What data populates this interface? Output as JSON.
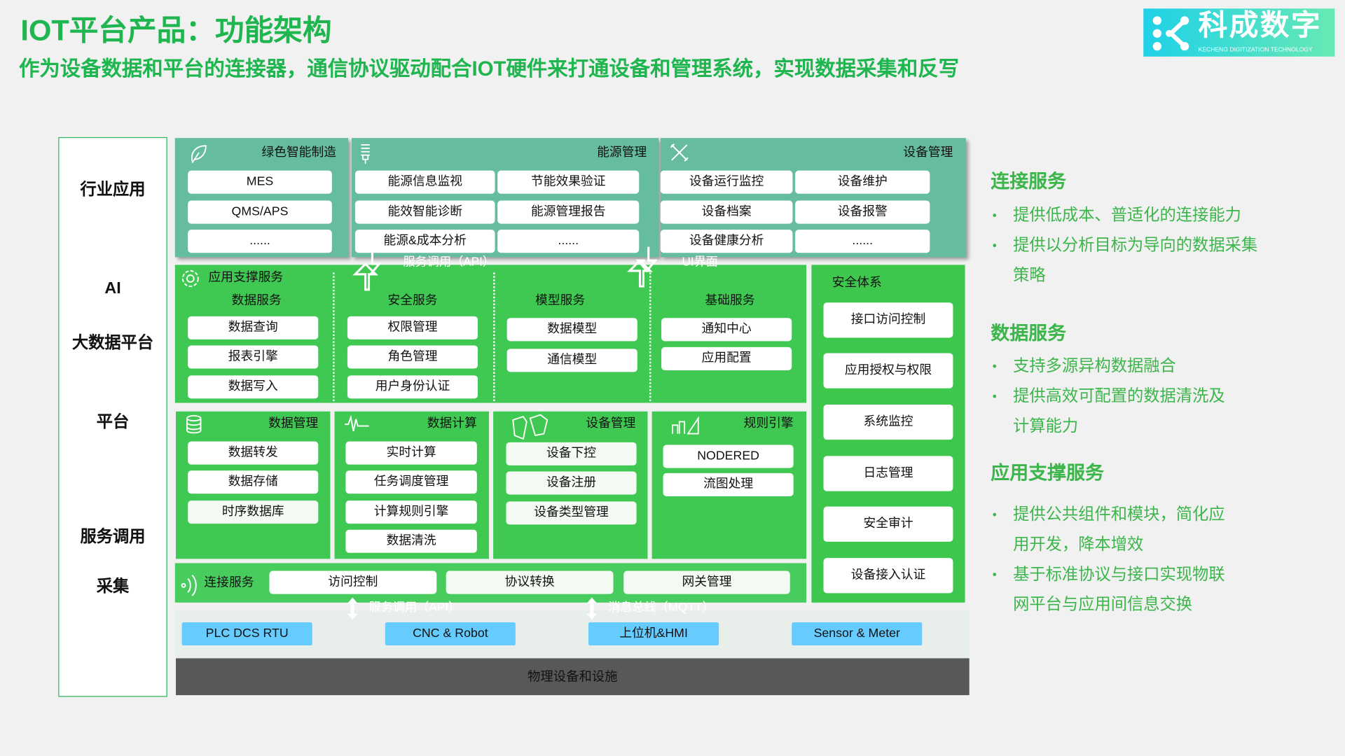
{
  "header": {
    "title": "IOT平台产品：功能架构",
    "subtitle": "作为设备数据和平台的连接器，通信协议驱动配合IOT硬件来打通设备和管理系统，实现数据采集和反写"
  },
  "logo": {
    "name": "科成数字",
    "tagline": "KECHENG DIGITIZATION TECHNOLOGY"
  },
  "layers": [
    "行业应用",
    "AI",
    "大数据平台",
    "平台",
    "服务调用",
    "采集"
  ],
  "industry": {
    "green": {
      "title": "绿色智能制造",
      "items": [
        "MES",
        "QMS/APS",
        "......"
      ]
    },
    "energy": {
      "title": "能源管理",
      "items": [
        "能源信息监视",
        "节能效果验证",
        "能效智能诊断",
        "能源管理报告",
        "能源&成本分析",
        "......"
      ]
    },
    "device": {
      "title": "设备管理",
      "items": [
        "设备运行监控",
        "设备维护",
        "设备档案",
        "设备报警",
        "设备健康分析",
        "......"
      ]
    }
  },
  "arrows": {
    "api": "服务调用（API）",
    "ui": "UI界面",
    "api2": "服务调用（API）",
    "mqtt": "消息总线（MQTT）"
  },
  "app": {
    "title": "应用支撑服务",
    "cols": [
      {
        "title": "数据服务",
        "items": [
          "数据查询",
          "报表引擎",
          "数据写入"
        ]
      },
      {
        "title": "安全服务",
        "items": [
          "权限管理",
          "角色管理",
          "用户身份认证"
        ]
      },
      {
        "title": "模型服务",
        "items": [
          "数据模型",
          "通信模型"
        ]
      },
      {
        "title": "基础服务",
        "items": [
          "通知中心",
          "应用配置"
        ]
      }
    ]
  },
  "platform": [
    {
      "title": "数据管理",
      "items": [
        "数据转发",
        "数据存储",
        "时序数据库"
      ]
    },
    {
      "title": "数据计算",
      "items": [
        "实时计算",
        "任务调度管理",
        "计算规则引擎",
        "数据清洗"
      ]
    },
    {
      "title": "设备管理",
      "items": [
        "设备下控",
        "设备注册",
        "设备类型管理"
      ]
    },
    {
      "title": "规则引擎",
      "items": [
        "NODERED",
        "流图处理"
      ]
    }
  ],
  "connect": {
    "title": "连接服务",
    "items": [
      "访问控制",
      "协议转换",
      "网关管理"
    ]
  },
  "security": {
    "title": "安全体系",
    "items": [
      "接口访问控制",
      "应用授权与权限",
      "系统监控",
      "日志管理",
      "安全审计",
      "设备接入认证"
    ]
  },
  "devices": [
    "PLC DCS RTU",
    "CNC & Robot",
    "上位机&HMI",
    "Sensor & Meter"
  ],
  "physical": "物理设备和设施",
  "right": [
    {
      "heading": "连接服务",
      "bullets": [
        "提供低成本、普适化的连接能力",
        "提供以分析目标为导向的数据采集策略"
      ]
    },
    {
      "heading": "数据服务",
      "bullets": [
        "支持多源异构数据融合",
        "提供高效可配置的数据清洗及计算能力"
      ]
    },
    {
      "heading": "应用支撑服务",
      "bullets": [
        "提供公共组件和模块，简化应用开发，降本增效",
        "基于标准协议与接口实现物联网平台与应用间信息交换"
      ]
    }
  ],
  "colors": {
    "title": "#1fb650",
    "teal": "#66bd9d",
    "green": "#40c952",
    "blue": "#66ccff",
    "gray": "#57585a"
  }
}
